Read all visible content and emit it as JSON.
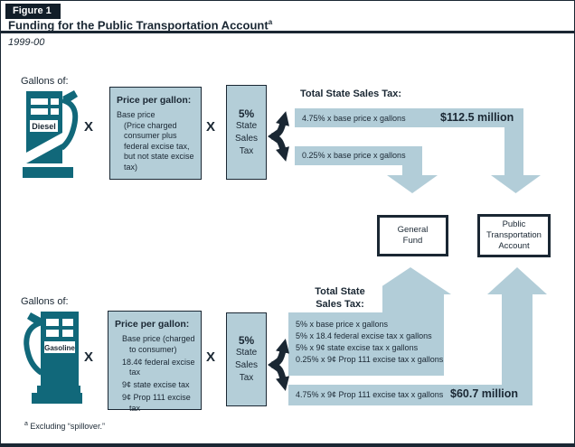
{
  "figure": {
    "label": "Figure 1",
    "title": "Funding for the Public Transportation Account",
    "title_superscript": "a",
    "subtitle": "1999-00",
    "footnote_marker": "a",
    "footnote_text": " Excluding “spillover.”"
  },
  "colors": {
    "navy": "#1a2733",
    "header_bg": "#121e29",
    "pump_teal": "#11687a",
    "box_blue": "#b4ced8",
    "arrow_blue": "#b2cdd8"
  },
  "accounts": {
    "general_fund_lines": [
      "General",
      "Fund"
    ],
    "pta_lines": [
      "Public",
      "Transportation",
      "Account"
    ]
  },
  "diesel": {
    "gallons_label": "Gallons of:",
    "pump_label": "Diesel",
    "multiply": "X",
    "price_box": {
      "heading": "Price per gallon:",
      "line1": "Base price",
      "line2": "(Price charged consumer plus federal excise tax, but not state excise tax)"
    },
    "tax_box": {
      "pct": "5%",
      "l1": "State",
      "l2": "Sales",
      "l3": "Tax"
    },
    "total_heading": "Total State Sales Tax:",
    "flow_pta": {
      "formula": "4.75% x base price x gallons",
      "amount": "$112.5 million"
    },
    "flow_gf": {
      "formula": "0.25% x base price x gallons"
    }
  },
  "gasoline": {
    "gallons_label": "Gallons of:",
    "pump_label": "Gasoline",
    "multiply": "X",
    "price_box": {
      "heading": "Price per gallon:",
      "lines": [
        "Base price (charged to consumer)",
        "18.4¢ federal excise tax",
        "9¢ state excise tax",
        "9¢ Prop 111 excise tax"
      ]
    },
    "tax_box": {
      "pct": "5%",
      "l1": "State",
      "l2": "Sales",
      "l3": "Tax"
    },
    "total_heading_l1": "Total State",
    "total_heading_l2": "Sales Tax:",
    "flow_gf_lines": [
      "5% x base price x gallons",
      "5% x 18.4 federal excise tax x gallons",
      "5% x 9¢ state excise tax x gallons",
      "0.25% x 9¢ Prop 111 excise tax x gallons"
    ],
    "flow_pta": {
      "formula": "4.75% x 9¢ Prop 111 excise tax x gallons",
      "amount": "$60.7 million"
    }
  }
}
